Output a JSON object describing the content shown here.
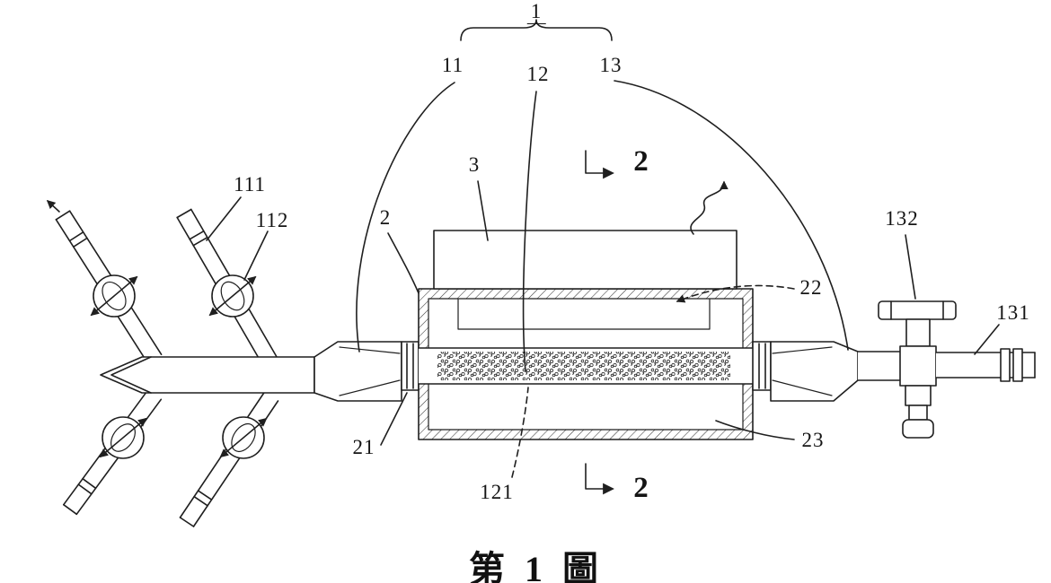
{
  "figure": {
    "caption": "第 1 圖"
  },
  "labels": {
    "ref1": "1",
    "ref11": "11",
    "ref12": "12",
    "ref13": "13",
    "ref111": "111",
    "ref112": "112",
    "ref2": "2",
    "ref3": "3",
    "ref21": "21",
    "ref22": "22",
    "ref23": "23",
    "ref121": "121",
    "ref131": "131",
    "ref132": "132"
  },
  "section_markers": {
    "top": "2",
    "bottom": "2"
  }
}
